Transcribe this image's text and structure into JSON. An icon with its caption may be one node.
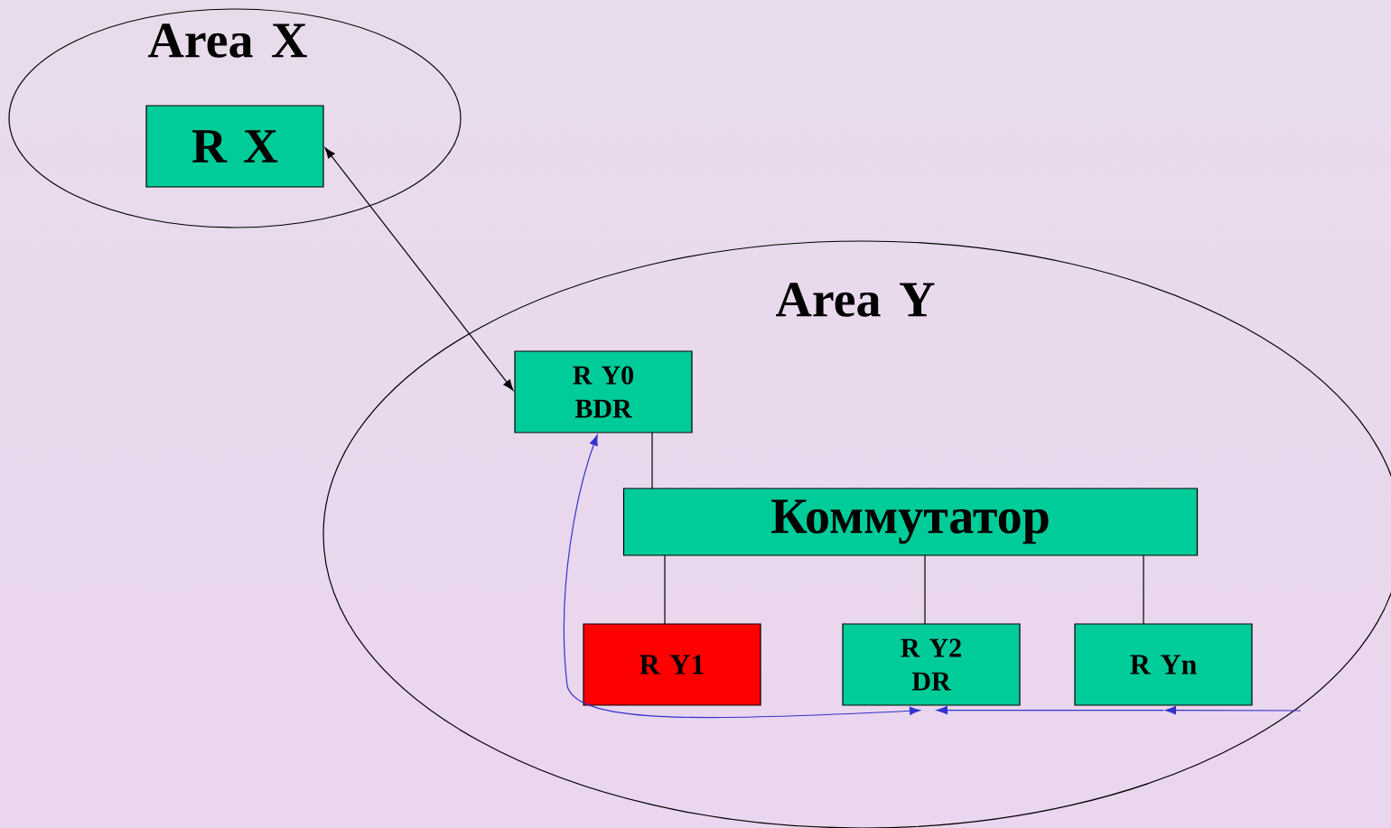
{
  "diagram": {
    "nodes": [
      {
        "text": [
          "Area X"
        ]
      },
      {
        "text": [
          "R X"
        ],
        "in": 0
      },
      {
        "text": [
          "Area Y"
        ]
      },
      {
        "text": [
          "R Y0 BDR"
        ],
        "in": 2
      },
      {
        "text": [
          "Коммутатор"
        ],
        "in": 2
      },
      {
        "text": [
          "R Y1"
        ],
        "in": 2
      },
      {
        "text": [
          "R Y2 DR"
        ],
        "in": 2
      },
      {
        "text": [
          "R Yn"
        ],
        "in": 2
      }
    ],
    "edges": [
      {
        "from": 1,
        "to": 3,
        "arrow": "both"
      },
      {
        "from": 3,
        "to": 4,
        "arrow": "none"
      },
      {
        "from": 4,
        "to": 5,
        "arrow": "none"
      },
      {
        "from": 4,
        "to": 6,
        "arrow": "none"
      },
      {
        "from": 4,
        "to": 7,
        "arrow": "none"
      },
      {
        "from": null,
        "to": 7,
        "arrow": "to",
        "color": "#3333cc"
      },
      {
        "from": 7,
        "to": 6,
        "arrow": "to",
        "color": "#3333cc"
      },
      {
        "from": 6,
        "to": 3,
        "arrow": "both",
        "color": "#3333cc"
      }
    ]
  }
}
